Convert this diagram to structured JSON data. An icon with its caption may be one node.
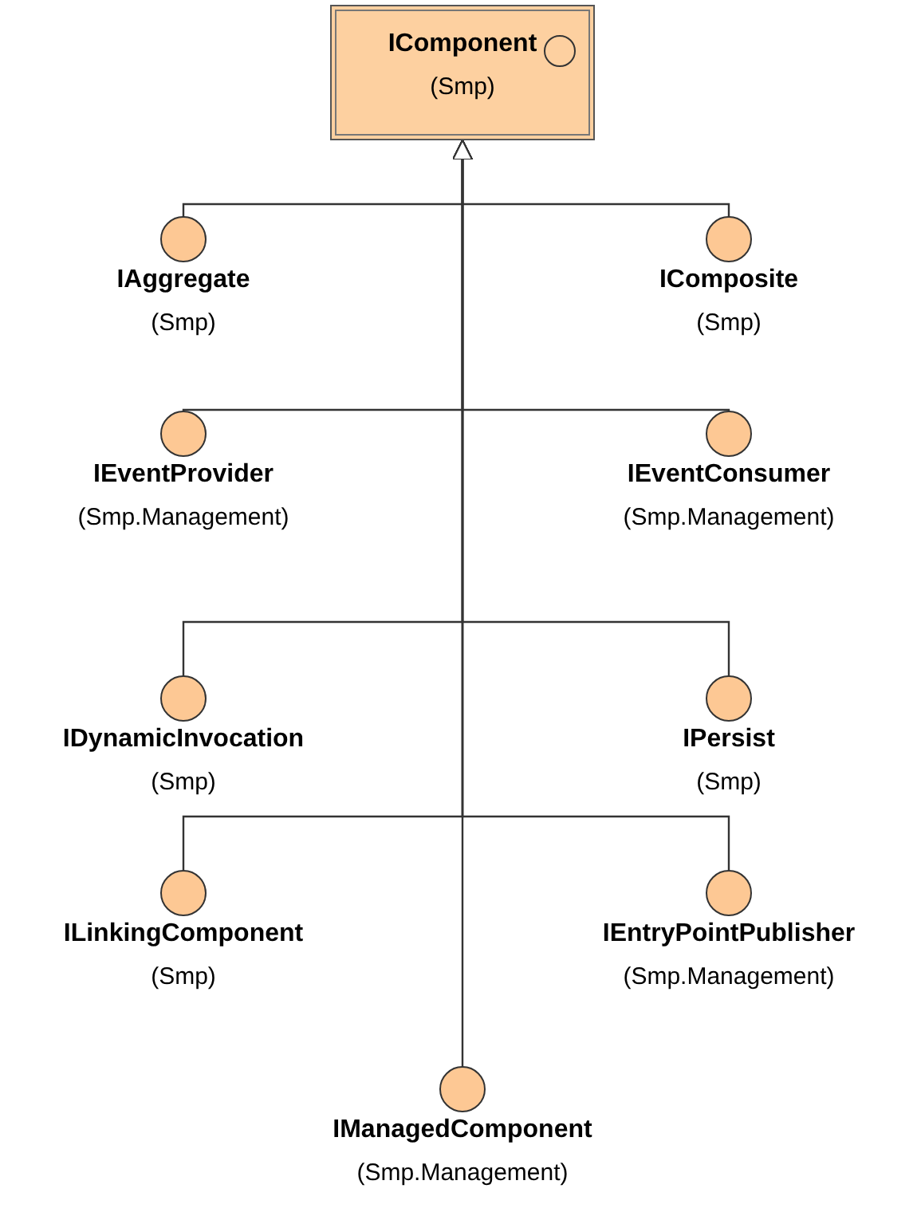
{
  "diagram": {
    "nodes": [
      {
        "text": [
          "IComponent",
          "(Smp)"
        ]
      },
      {
        "text": [
          "IAggregate",
          "(Smp)"
        ]
      },
      {
        "text": [
          "IComposite",
          "(Smp)"
        ]
      },
      {
        "text": [
          "IEventProvider",
          "(Smp.Management)"
        ]
      },
      {
        "text": [
          "IEventConsumer",
          "(Smp.Management)"
        ]
      },
      {
        "text": [
          "IDynamicInvocation",
          "(Smp)"
        ]
      },
      {
        "text": [
          "IPersist",
          "(Smp)"
        ]
      },
      {
        "text": [
          "ILinkingComponent",
          "(Smp)"
        ]
      },
      {
        "text": [
          "IEntryPointPublisher",
          "(Smp.Management)"
        ]
      },
      {
        "text": [
          "IManagedComponent",
          "(Smp.Management)"
        ]
      }
    ],
    "edges": [
      {
        "from": 1,
        "to": 0,
        "arrow": "to"
      },
      {
        "from": 2,
        "to": 0,
        "arrow": "to"
      },
      {
        "from": 3,
        "to": 0,
        "arrow": "to"
      },
      {
        "from": 4,
        "to": 0,
        "arrow": "to"
      },
      {
        "from": 5,
        "to": 0,
        "arrow": "to"
      },
      {
        "from": 6,
        "to": 0,
        "arrow": "to"
      },
      {
        "from": 7,
        "to": 0,
        "arrow": "to"
      },
      {
        "from": 8,
        "to": 0,
        "arrow": "to"
      },
      {
        "from": 9,
        "to": 0,
        "arrow": "to"
      }
    ]
  }
}
